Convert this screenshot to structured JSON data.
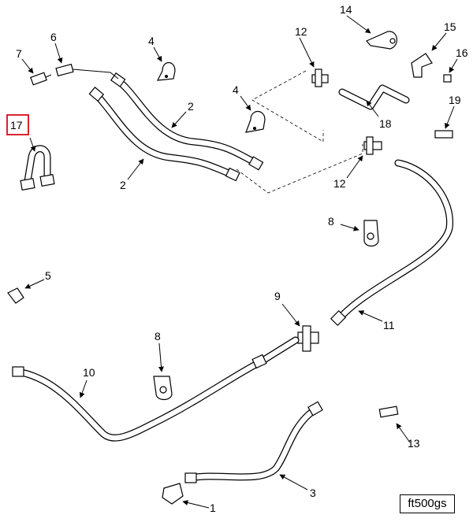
{
  "callouts": {
    "c1": "1",
    "c2a": "2",
    "c2b": "2",
    "c3": "3",
    "c4a": "4",
    "c4b": "4",
    "c5": "5",
    "c6": "6",
    "c7": "7",
    "c8a": "8",
    "c8b": "8",
    "c9": "9",
    "c10": "10",
    "c11": "11",
    "c12a": "12",
    "c12b": "12",
    "c13": "13",
    "c14": "14",
    "c15": "15",
    "c16": "16",
    "c17": "17",
    "c18": "18",
    "c19": "19"
  },
  "figure_code": "ft500gs",
  "colors": {
    "highlight": "#d9232e",
    "line": "#000000",
    "background": "#ffffff"
  }
}
